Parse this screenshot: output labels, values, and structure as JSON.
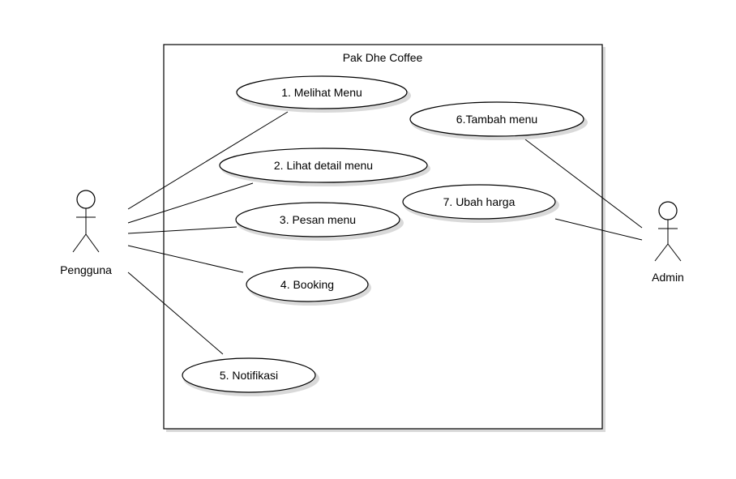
{
  "system": {
    "title": "Pak Dhe Coffee"
  },
  "actors": {
    "user": {
      "label": "Pengguna"
    },
    "admin": {
      "label": "Admin"
    }
  },
  "use_cases": [
    {
      "label": "1. Melihat Menu"
    },
    {
      "label": "2. Lihat detail menu"
    },
    {
      "label": "3. Pesan menu"
    },
    {
      "label": "4. Booking"
    },
    {
      "label": "5. Notifikasi"
    },
    {
      "label": "6.Tambah menu"
    },
    {
      "label": "7. Ubah harga"
    }
  ],
  "colors": {
    "line": "#000000",
    "shadow": "#d9d9d9",
    "fill": "#ffffff"
  }
}
